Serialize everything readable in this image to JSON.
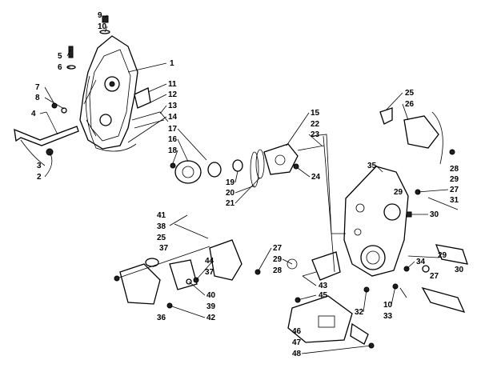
{
  "diagram": {
    "callouts": [
      {
        "id": "c9",
        "text": "9"
      },
      {
        "id": "c10a",
        "text": "10"
      },
      {
        "id": "c5",
        "text": "5"
      },
      {
        "id": "c6",
        "text": "6"
      },
      {
        "id": "c1",
        "text": "1"
      },
      {
        "id": "c11",
        "text": "11"
      },
      {
        "id": "c12",
        "text": "12"
      },
      {
        "id": "c13",
        "text": "13"
      },
      {
        "id": "c7",
        "text": "7"
      },
      {
        "id": "c8",
        "text": "8"
      },
      {
        "id": "c4",
        "text": "4"
      },
      {
        "id": "c14",
        "text": "14"
      },
      {
        "id": "c3",
        "text": "3"
      },
      {
        "id": "c2",
        "text": "2"
      },
      {
        "id": "c17",
        "text": "17"
      },
      {
        "id": "c16",
        "text": "16"
      },
      {
        "id": "c18",
        "text": "18"
      },
      {
        "id": "c15",
        "text": "15"
      },
      {
        "id": "c22",
        "text": "22"
      },
      {
        "id": "c23",
        "text": "23"
      },
      {
        "id": "c19",
        "text": "19"
      },
      {
        "id": "c20",
        "text": "20"
      },
      {
        "id": "c21",
        "text": "21"
      },
      {
        "id": "c24",
        "text": "24"
      },
      {
        "id": "c25a",
        "text": "25"
      },
      {
        "id": "c26",
        "text": "26"
      },
      {
        "id": "c35",
        "text": "35"
      },
      {
        "id": "c28a",
        "text": "28"
      },
      {
        "id": "c29a",
        "text": "29"
      },
      {
        "id": "c29b",
        "text": "29"
      },
      {
        "id": "c27a",
        "text": "27"
      },
      {
        "id": "c31",
        "text": "31"
      },
      {
        "id": "c30a",
        "text": "30"
      },
      {
        "id": "c41",
        "text": "41"
      },
      {
        "id": "c38",
        "text": "38"
      },
      {
        "id": "c25b",
        "text": "25"
      },
      {
        "id": "c37a",
        "text": "37"
      },
      {
        "id": "c44",
        "text": "44"
      },
      {
        "id": "c37b",
        "text": "37"
      },
      {
        "id": "c40",
        "text": "40"
      },
      {
        "id": "c39",
        "text": "39"
      },
      {
        "id": "c36",
        "text": "36"
      },
      {
        "id": "c42",
        "text": "42"
      },
      {
        "id": "c27b",
        "text": "27"
      },
      {
        "id": "c29c",
        "text": "29"
      },
      {
        "id": "c28b",
        "text": "28"
      },
      {
        "id": "c43",
        "text": "43"
      },
      {
        "id": "c45",
        "text": "45"
      },
      {
        "id": "c34",
        "text": "34"
      },
      {
        "id": "c29d",
        "text": "29"
      },
      {
        "id": "c30b",
        "text": "30"
      },
      {
        "id": "c27c",
        "text": "27"
      },
      {
        "id": "c32",
        "text": "32"
      },
      {
        "id": "c10b",
        "text": "10"
      },
      {
        "id": "c33",
        "text": "33"
      },
      {
        "id": "c46",
        "text": "46"
      },
      {
        "id": "c47",
        "text": "47"
      },
      {
        "id": "c48",
        "text": "48"
      }
    ]
  }
}
